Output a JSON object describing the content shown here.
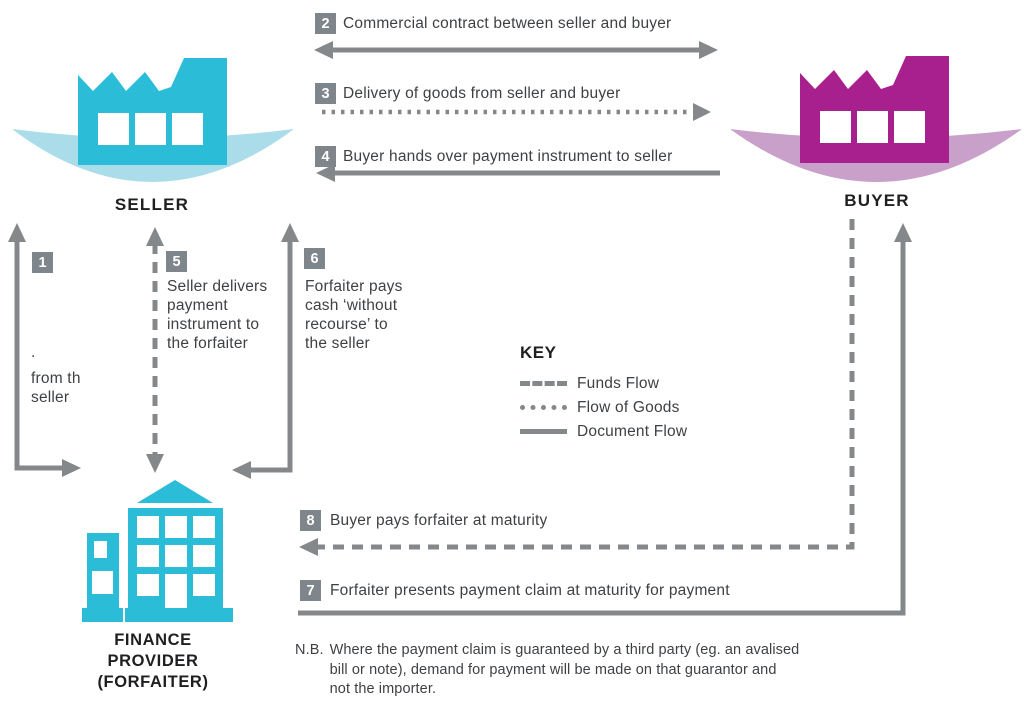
{
  "colors": {
    "seller_cyan": "#2bbcd8",
    "seller_platform": "#aadcea",
    "buyer_magenta": "#a8208e",
    "buyer_platform": "#c9a0ca",
    "line_gray": "#85888b",
    "badge_gray": "#7e868b",
    "text_dark": "#3e4144",
    "label_black": "#1e1f21"
  },
  "entities": {
    "seller": {
      "label": "SELLER"
    },
    "buyer": {
      "label": "BUYER"
    },
    "finance_provider": {
      "lines": [
        "FINANCE",
        "PROVIDER",
        "(FORFAITER)"
      ]
    }
  },
  "steps": {
    "s1": {
      "num": "1",
      "lines": [
        ".",
        "from th",
        "seller"
      ]
    },
    "s2": {
      "num": "2",
      "label": "Commercial contract between seller and buyer"
    },
    "s3": {
      "num": "3",
      "label": "Delivery of goods from seller and buyer"
    },
    "s4": {
      "num": "4",
      "label": "Buyer hands over payment instrument to seller"
    },
    "s5": {
      "num": "5",
      "lines": [
        "Seller delivers",
        "payment",
        "instrument to",
        "the forfaiter"
      ]
    },
    "s6": {
      "num": "6",
      "lines": [
        "Forfaiter pays",
        "cash ‘without",
        "recourse’ to",
        "the seller"
      ]
    },
    "s7": {
      "num": "7",
      "label": "Forfaiter presents payment claim at maturity for payment"
    },
    "s8": {
      "num": "8",
      "label": "Buyer pays forfaiter at maturity"
    }
  },
  "key": {
    "title": "KEY",
    "items": [
      {
        "label": "Funds Flow",
        "style": "dashed"
      },
      {
        "label": "Flow of Goods",
        "style": "dotted"
      },
      {
        "label": "Document Flow",
        "style": "solid"
      }
    ]
  },
  "note": {
    "prefix": "N.B.",
    "lines": [
      "Where the payment claim is guaranteed by a third party (eg. an avalised",
      "bill or note), demand for payment will be made on that guarantor and",
      "not the importer."
    ]
  }
}
